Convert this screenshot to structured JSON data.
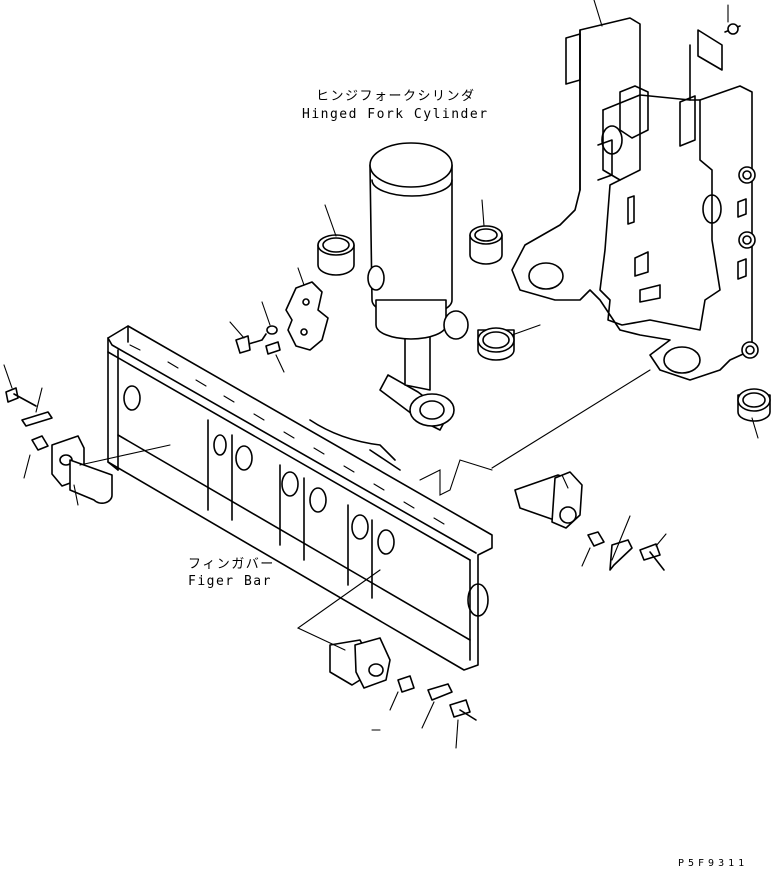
{
  "labels": {
    "cylinder_jp": "ヒンジフォークシリンダ",
    "cylinder_en": "Hinged Fork Cylinder",
    "finger_jp": "フィンガバー",
    "finger_en": "Figer Bar"
  },
  "drawing_code": "P5F9311",
  "colors": {
    "line": "#000000",
    "background": "#ffffff"
  }
}
